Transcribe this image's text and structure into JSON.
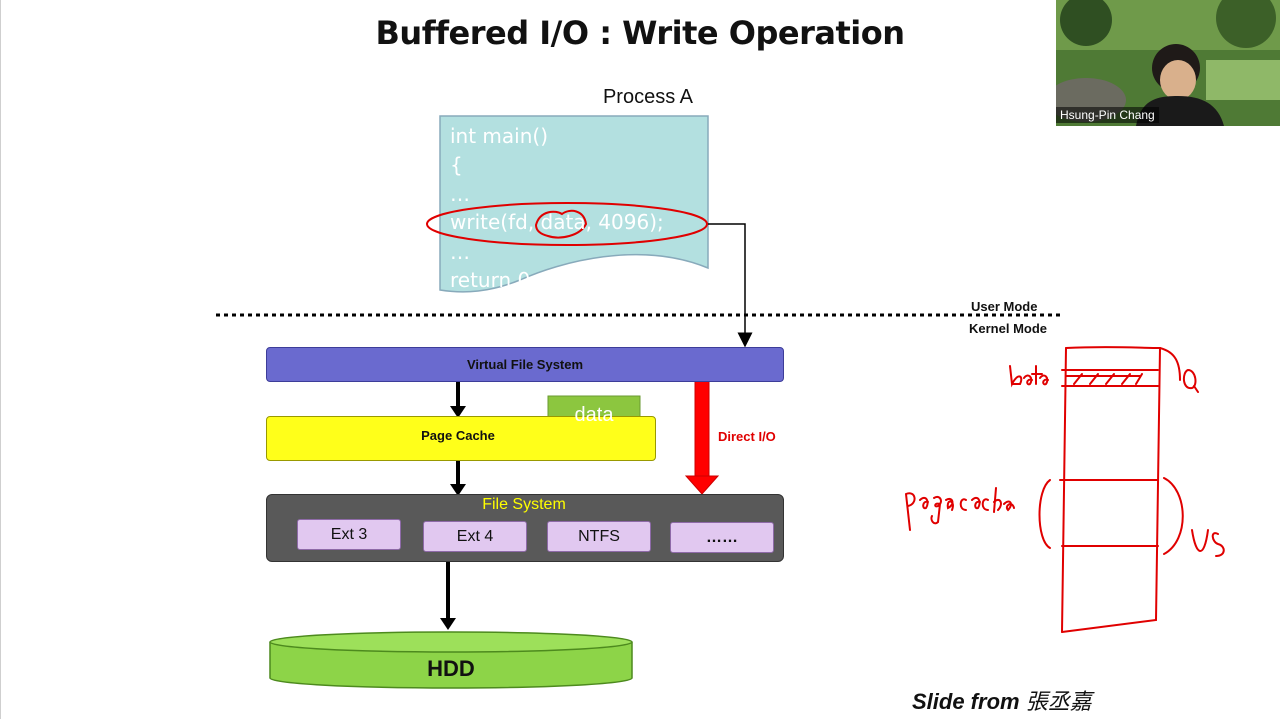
{
  "slide": {
    "title": "Buffered I/O : Write Operation",
    "credit_prefix": "Slide from",
    "credit_name": "張丞嘉"
  },
  "process": {
    "label": "Process A",
    "code_lines": [
      "int main()",
      "{",
      "…",
      "write(fd, data, 4096);",
      "…",
      "return 0;"
    ]
  },
  "modes": {
    "user": "User Mode",
    "kernel": "Kernel Mode"
  },
  "kernel": {
    "vfs": "Virtual File System",
    "page_cache": "Page Cache",
    "data_note": "data",
    "direct_io": "Direct I/O",
    "file_system": {
      "label": "File System",
      "items": [
        "Ext 3",
        "Ext 4",
        "NTFS",
        "……"
      ]
    },
    "hdd": "HDD"
  },
  "webcam": {
    "name": "Hsung-Pin Chang"
  },
  "colors": {
    "code_bg": "#b3e0e0",
    "vfs": "#6a6acf",
    "page_cache": "#ffff1a",
    "data_note": "#8cc63f",
    "file_system": "#595959",
    "fs_item": "#e1c8f0",
    "hdd": "#8dd448",
    "annotation_red": "#e00000"
  }
}
